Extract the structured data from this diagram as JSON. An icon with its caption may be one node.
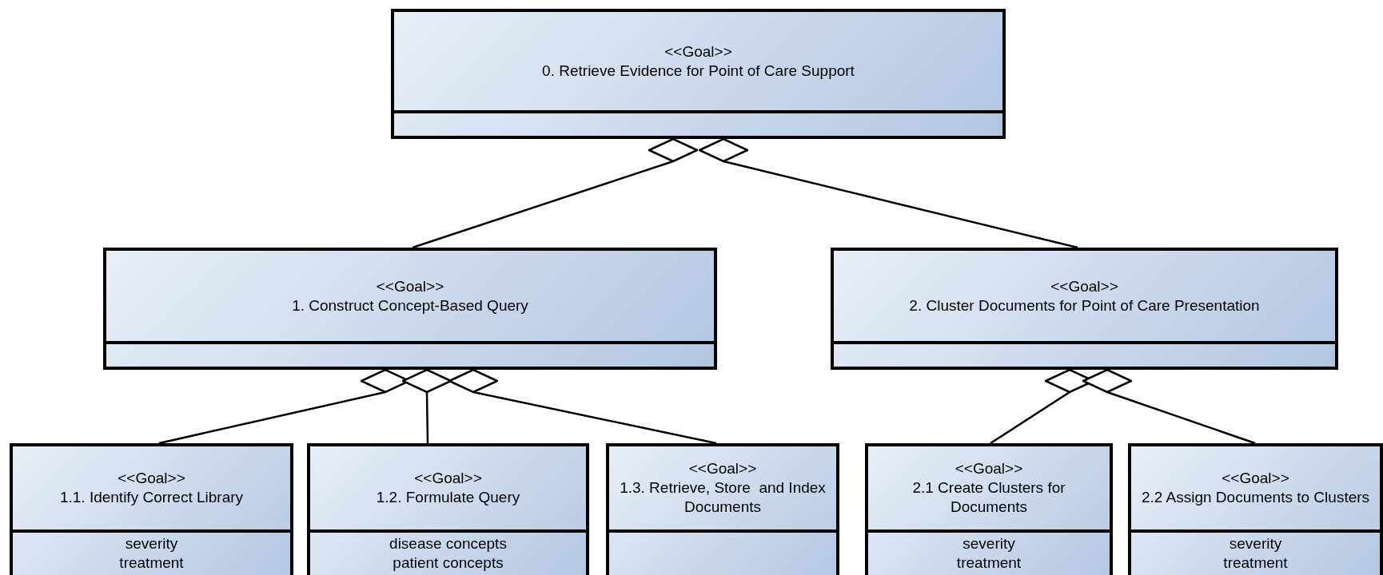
{
  "diagram": {
    "nodes": [
      {
        "text": [
          "<<Goal>>",
          "0. Retrieve Evidence for Point of Care Support"
        ]
      },
      {
        "text": [
          "<<Goal>>",
          "1. Construct Concept-Based Query"
        ]
      },
      {
        "text": [
          "<<Goal>>",
          "2. Cluster Documents for Point of Care Presentation"
        ]
      },
      {
        "text": [
          "<<Goal>>",
          "1.1. Identify Correct Library",
          "severity",
          "treatment"
        ]
      },
      {
        "text": [
          "<<Goal>>",
          "1.2. Formulate Query",
          "disease concepts",
          "patient concepts"
        ]
      },
      {
        "text": [
          "<<Goal>>",
          "1.3. Retrieve, Store  and Index Documents"
        ]
      },
      {
        "text": [
          "<<Goal>>",
          "2.1 Create Clusters for Documents",
          "severity",
          "treatment"
        ]
      },
      {
        "text": [
          "<<Goal>>",
          "2.2 Assign Documents to Clusters",
          "severity",
          "treatment"
        ]
      }
    ],
    "edges": [
      {
        "from": 1,
        "to": 0,
        "arrow": "other"
      },
      {
        "from": 2,
        "to": 0,
        "arrow": "other"
      },
      {
        "from": 3,
        "to": 1,
        "arrow": "other"
      },
      {
        "from": 4,
        "to": 1,
        "arrow": "other"
      },
      {
        "from": 5,
        "to": 1,
        "arrow": "other"
      },
      {
        "from": 6,
        "to": 2,
        "arrow": "other"
      },
      {
        "from": 7,
        "to": 2,
        "arrow": "other"
      }
    ]
  }
}
